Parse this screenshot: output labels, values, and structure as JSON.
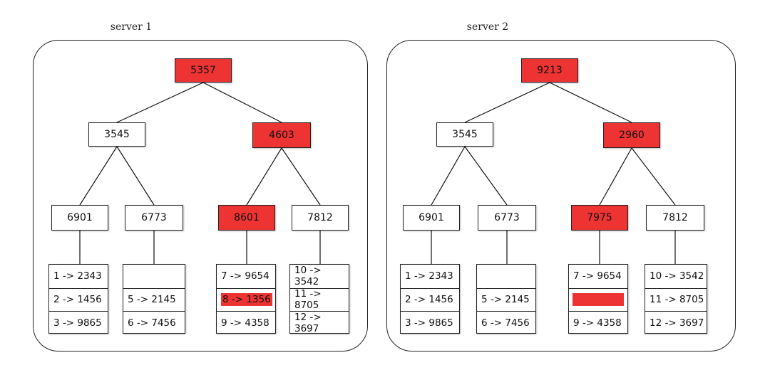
{
  "servers": [
    {
      "title": "server 1",
      "root": {
        "value": "5357",
        "highlighted": true
      },
      "level1": [
        {
          "value": "3545",
          "highlighted": false
        },
        {
          "value": "4603",
          "highlighted": true
        }
      ],
      "level2": [
        {
          "value": "6901",
          "highlighted": false
        },
        {
          "value": "6773",
          "highlighted": false
        },
        {
          "value": "8601",
          "highlighted": true
        },
        {
          "value": "7812",
          "highlighted": false
        }
      ],
      "leaves": [
        [
          {
            "text": "1 -> 2343"
          },
          {
            "text": "2 -> 1456"
          },
          {
            "text": "3 -> 9865"
          }
        ],
        [
          {
            "text": ""
          },
          {
            "text": "5 -> 2145"
          },
          {
            "text": "6 -> 7456"
          }
        ],
        [
          {
            "text": "7 -> 9654"
          },
          {
            "text": "8 -> 1356",
            "highlighted": true
          },
          {
            "text": "9 -> 4358"
          }
        ],
        [
          {
            "text": "10 -> 3542"
          },
          {
            "text": "11 -> 8705"
          },
          {
            "text": "12 -> 3697"
          }
        ]
      ]
    },
    {
      "title": "server 2",
      "root": {
        "value": "9213",
        "highlighted": true
      },
      "level1": [
        {
          "value": "3545",
          "highlighted": false
        },
        {
          "value": "2960",
          "highlighted": true
        }
      ],
      "level2": [
        {
          "value": "6901",
          "highlighted": false
        },
        {
          "value": "6773",
          "highlighted": false
        },
        {
          "value": "7975",
          "highlighted": true
        },
        {
          "value": "7812",
          "highlighted": false
        }
      ],
      "leaves": [
        [
          {
            "text": "1 -> 2343"
          },
          {
            "text": "2 -> 1456"
          },
          {
            "text": "3 -> 9865"
          }
        ],
        [
          {
            "text": ""
          },
          {
            "text": "5 -> 2145"
          },
          {
            "text": "6 -> 7456"
          }
        ],
        [
          {
            "text": "7 -> 9654"
          },
          {
            "text": "",
            "highlighted": true,
            "blank_block": true
          },
          {
            "text": "9 -> 4358"
          }
        ],
        [
          {
            "text": "10 -> 3542"
          },
          {
            "text": "11 -> 8705"
          },
          {
            "text": "12 -> 3697"
          }
        ]
      ]
    }
  ],
  "colors": {
    "highlight": "#ee3333",
    "border": "#222222",
    "background": "#ffffff"
  }
}
